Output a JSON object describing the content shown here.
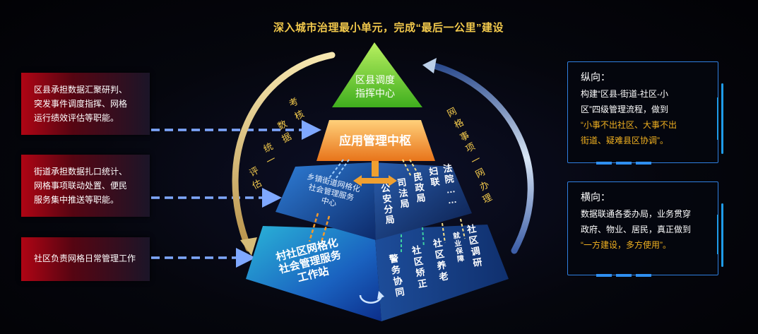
{
  "headline": "深入城市治理最小单元，完成“最后一公里”建设",
  "left_boxes": [
    {
      "lines": [
        "区县承担数据汇聚研判、",
        "突发事件调度指挥、网格",
        "运行绩效评估等职能。"
      ]
    },
    {
      "lines": [
        "街道承担数据扎口统计、",
        "网格事项联动处置、便民",
        "服务集中推送等职能。"
      ]
    },
    {
      "lines": [
        "社区负责网格日常管理工作"
      ]
    }
  ],
  "pyramid": {
    "top": [
      "区县调度",
      "指挥中心"
    ],
    "hub": "应用管理中枢",
    "middle_face": [
      "乡镇街道网格化",
      "社会管理服务",
      "中心"
    ],
    "middle_depts": [
      "公安分局",
      "司法局",
      "民政局",
      "妇联",
      "法院……"
    ],
    "bottom_face": [
      "村社区网格化",
      "社会管理服务",
      "工作站"
    ],
    "bottom_depts": [
      "警务协同",
      "社区矫正",
      "社区养老",
      "就业保障",
      "社区调研"
    ],
    "bottom_depts_small": [
      "就业保障"
    ]
  },
  "arc_left": [
    "考",
    "核",
    "数",
    "据",
    "统",
    "一",
    "评",
    "估"
  ],
  "arc_right": [
    "网",
    "格",
    "事",
    "项",
    "一",
    "网",
    "办",
    "理"
  ],
  "right_boxes": [
    {
      "title": "纵向：",
      "lines": [
        {
          "text": "构建“区县-街道-社区-小",
          "hl": false
        },
        {
          "text": "区”四级管理流程，做到",
          "hl": false
        },
        {
          "text": "“小事不出社区、大事不出",
          "hl": true
        },
        {
          "text": "街道、疑难县区协调”。",
          "hl": true
        }
      ]
    },
    {
      "title": "横向：",
      "lines": [
        {
          "text": "数据联通各委办局，业务贯穿",
          "hl": false
        },
        {
          "text": "政府、物业、居民，真正做到",
          "hl": false
        },
        {
          "text": "“一方建设，多方使用”。",
          "hl": true
        }
      ]
    }
  ],
  "colors": {
    "accent_gold": "#f2c94c",
    "arrow_blue": "#7fa8ff",
    "box_red": "#b00514",
    "border_blue": "#2f7fe0",
    "highlight_orange": "#f0b020",
    "top_green": "#7cd83a",
    "hub_orange": "#f39a2b"
  }
}
